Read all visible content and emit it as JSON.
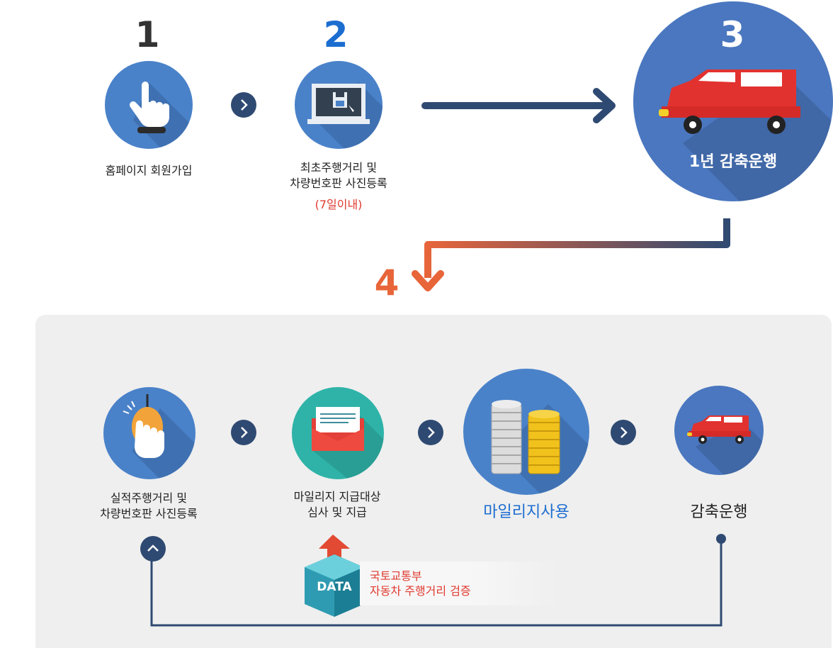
{
  "steps_top": [
    {
      "number": "1",
      "label_lines": [
        "홈페이지 회원가입"
      ],
      "icon": "pointer-hand-icon"
    },
    {
      "number": "2",
      "label_lines": [
        "최초주행거리 및",
        "차량번호판 사진등록"
      ],
      "note": "(7일이내)",
      "icon": "computer-save-icon"
    },
    {
      "number": "3",
      "label": "1년 감축운행",
      "icon": "car-icon"
    }
  ],
  "step4": {
    "number": "4",
    "icon": "down-arrow-icon"
  },
  "steps_bottom": [
    {
      "label_lines": [
        "실적주행거리 및",
        "차량번호판 사진등록"
      ],
      "icon": "mouse-hand-icon"
    },
    {
      "label_lines": [
        "마일리지 지급대상",
        "심사 및 지급"
      ],
      "icon": "mail-icon"
    },
    {
      "label": "마일리지사용",
      "icon": "coins-icon"
    },
    {
      "label": "감축운행",
      "icon": "car-icon"
    }
  ],
  "data_badge": {
    "text": "DATA",
    "lines": [
      "국토교통부",
      "자동차 주행거리 검증"
    ]
  },
  "colors": {
    "navy": "#2f4a72",
    "circle_blue": "#4a82c9",
    "step2_blue": "#1c6dd0",
    "step4_orange": "#e8653a",
    "red_text": "#e03a2f",
    "label_blue": "#1c6dd0"
  }
}
